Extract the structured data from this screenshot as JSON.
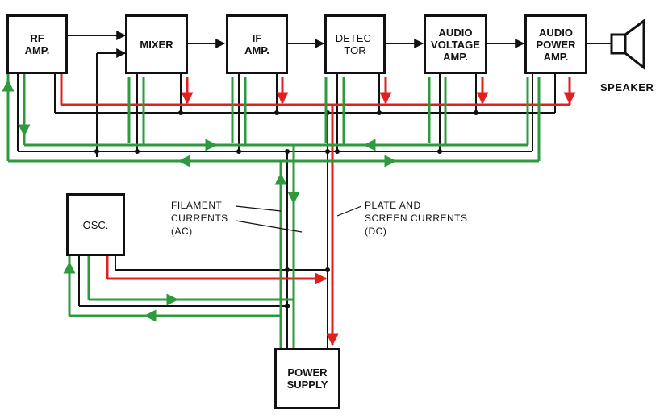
{
  "blocks": {
    "rf_amp": "RF\nAMP.",
    "mixer": "MIXER",
    "if_amp": "IF\nAMP.",
    "detector": "DETEC-\nTOR",
    "audio_voltage_amp": "AUDIO\nVOLTAGE\nAMP.",
    "audio_power_amp": "AUDIO\nPOWER\nAMP.",
    "osc": "OSC.",
    "power_supply": "POWER\nSUPPLY"
  },
  "labels": {
    "speaker": "SPEAKER",
    "filament_currents": "FILAMENT\nCURRENTS\n(AC)",
    "plate_screen_currents": "PLATE AND\nSCREEN CURRENTS\n(DC)"
  },
  "colors": {
    "wire": "#111111",
    "filament_current": "#2e9a3e",
    "plate_current": "#e0201e"
  }
}
